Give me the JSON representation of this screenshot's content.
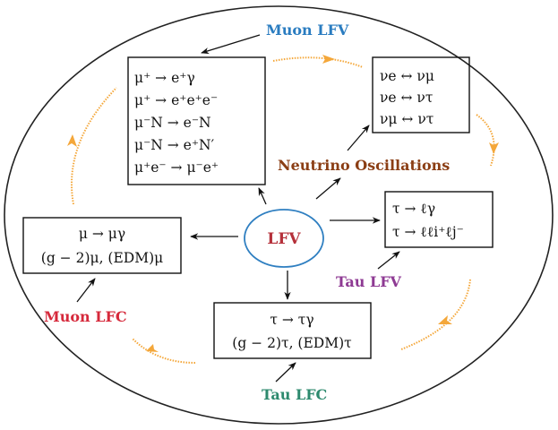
{
  "center": {
    "label": "LFV",
    "color": "#b5303a",
    "ring_color": "#2f7fc1"
  },
  "groups": {
    "muon_lfv": {
      "label": "Muon LFV",
      "color": "#2a7cc0"
    },
    "neutrino": {
      "label": "Neutrino Oscillations",
      "color": "#8b3e14"
    },
    "tau_lfv": {
      "label": "Tau LFV",
      "color": "#8e3a93"
    },
    "tau_lfc": {
      "label": "Tau LFC",
      "color": "#2d8a6e"
    },
    "muon_lfc": {
      "label": "Muon LFC",
      "color": "#d6293b"
    }
  },
  "boxes": {
    "muon_lfv": [
      "μ⁺ → e⁺γ",
      "μ⁺ → e⁺e⁺e⁻",
      "μ⁻N → e⁻N",
      "μ⁻N → e⁺N′",
      "μ⁺e⁻ → μ⁻e⁺"
    ],
    "neutrino": [
      "νe ↔ νμ",
      "νe ↔ ντ",
      "νμ ↔ ντ"
    ],
    "tau_lfv": [
      "τ → ℓγ",
      "τ → ℓℓi⁺ℓj⁻"
    ],
    "tau_lfc": [
      "τ → τγ",
      "(g − 2)τ,  (EDM)τ"
    ],
    "muon_lfc": [
      "μ → μγ",
      "(g − 2)μ,  (EDM)μ"
    ]
  },
  "colors": {
    "cycle_arrow": "#f4a73a",
    "ellipse": "#222222"
  }
}
